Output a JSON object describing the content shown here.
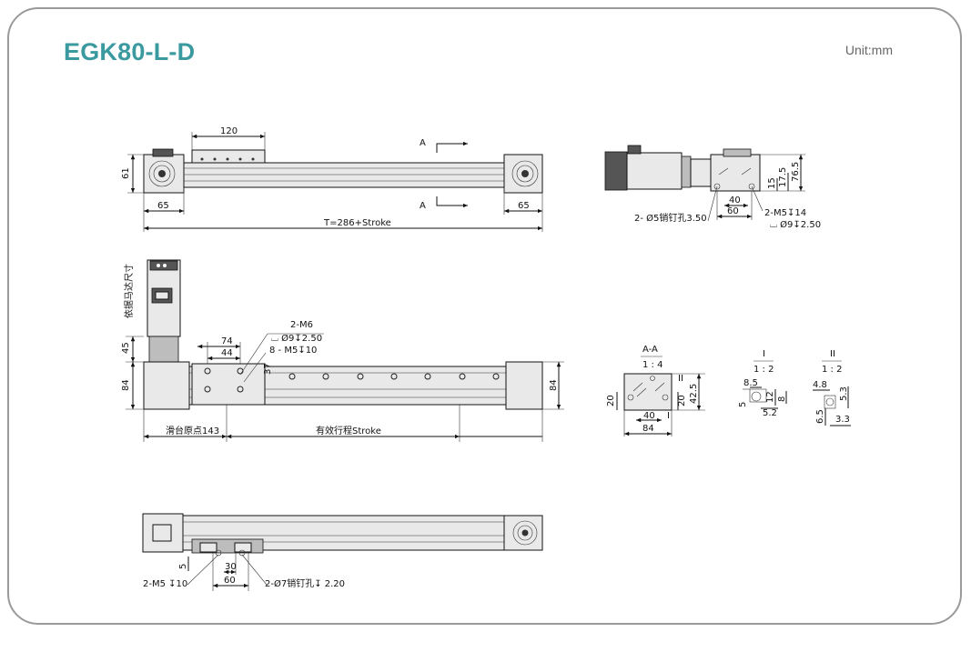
{
  "header": {
    "model": "EGK80-L-D",
    "unit": "Unit:mm"
  },
  "top_view": {
    "dim_120": "120",
    "dim_61": "61",
    "dim_65_left": "65",
    "dim_65_right": "65",
    "total": "T=286+Stroke",
    "section_a_top": "A",
    "section_a_bottom": "A"
  },
  "side_view": {
    "dim_76_5": "76.5",
    "dim_15": "15",
    "dim_17_5": "17.5",
    "dim_40": "40",
    "dim_60": "60",
    "pin_note": "2- Ø5销钉孔3.50",
    "tap_note": "2-M5↧14",
    "cbore_note": "⌴ Ø9↧2.50"
  },
  "front_view": {
    "motor_label": "依据马达尺寸",
    "dim_45": "45",
    "dim_84_left": "84",
    "dim_84_right": "84",
    "dim_74": "74",
    "dim_44": "44",
    "dim_37": "37",
    "tap_m6": "2-M6",
    "cbore_m6": "⌴ Ø9↧2.50",
    "tap_m5": "8 - M5↧10",
    "origin": "滑台原点143",
    "stroke": "有效行程Stroke"
  },
  "section_aa": {
    "title": "A-A",
    "scale": "1 : 4",
    "mark_i": "I",
    "mark_ii": "II",
    "dim_20_left": "20",
    "dim_20_right": "20",
    "dim_42_5": "42.5",
    "dim_40": "40",
    "dim_84": "84"
  },
  "detail_i": {
    "title": "I",
    "scale": "1 : 2",
    "dim_8_5": "8.5",
    "dim_5": "5",
    "dim_12": "12",
    "dim_8": "8",
    "dim_5_2": "5.2"
  },
  "detail_ii": {
    "title": "II",
    "scale": "1 : 2",
    "dim_4_8": "4.8",
    "dim_5_3": "5.3",
    "dim_6_5": "6.5",
    "dim_3_3": "3.3"
  },
  "bottom_view": {
    "dim_5": "5",
    "dim_30": "30",
    "dim_60": "60",
    "tap_note": "2-M5 ↧10",
    "pin_note": "2-Ø7销钉孔↧ 2.20"
  }
}
